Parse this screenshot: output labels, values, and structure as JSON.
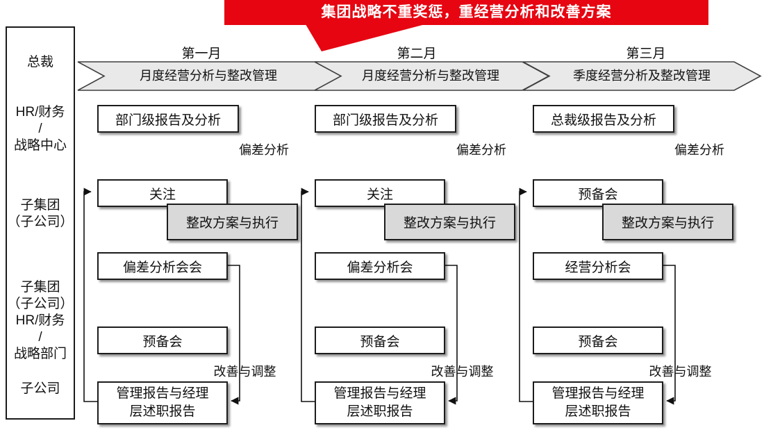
{
  "banner": {
    "label": "集团战略不重奖惩，重经营分析和改善方案"
  },
  "colors": {
    "banner_red": "#e60511",
    "band_fill": "#e9e9e9",
    "band_border": "#3f3f3f",
    "box_gray": "#d9d9d9"
  },
  "sidebar": {
    "items": [
      {
        "label": "总裁"
      },
      {
        "label": "HR/财务\n/\n战略中心"
      },
      {
        "label": "子集团\n（子公司）"
      },
      {
        "label": "子集团\n（子公司）\nHR/财务\n/\n战略部门"
      },
      {
        "label": "子公司"
      }
    ]
  },
  "columns": [
    {
      "month": "第一月",
      "phase": "月度经营分析与整改管理",
      "report_box": "部门级报告及分析",
      "deviation_label": "偏差分析",
      "focus_box": "关注",
      "rectify_box": "整改方案与执行",
      "meeting_box": "偏差分析会会",
      "prep_box": "预备会",
      "improve_label": "改善与调整",
      "mgmt_box": "管理报告与经理\n层述职报告"
    },
    {
      "month": "第二月",
      "phase": "月度经营分析与整改管理",
      "report_box": "部门级报告及分析",
      "deviation_label": "偏差分析",
      "focus_box": "关注",
      "rectify_box": "整改方案与执行",
      "meeting_box": "偏差分析会",
      "prep_box": "预备会",
      "improve_label": "改善与调整",
      "mgmt_box": "管理报告与经理\n层述职报告"
    },
    {
      "month": "第三月",
      "phase": "季度经营分析及整改管理",
      "report_box": "总裁级报告及分析",
      "deviation_label": "偏差分析",
      "focus_box": "预备会",
      "rectify_box": "整改方案与执行",
      "meeting_box": "经营分析会",
      "prep_box": "预备会",
      "improve_label": "改善与调整",
      "mgmt_box": "管理报告与经理\n层述职报告"
    }
  ]
}
